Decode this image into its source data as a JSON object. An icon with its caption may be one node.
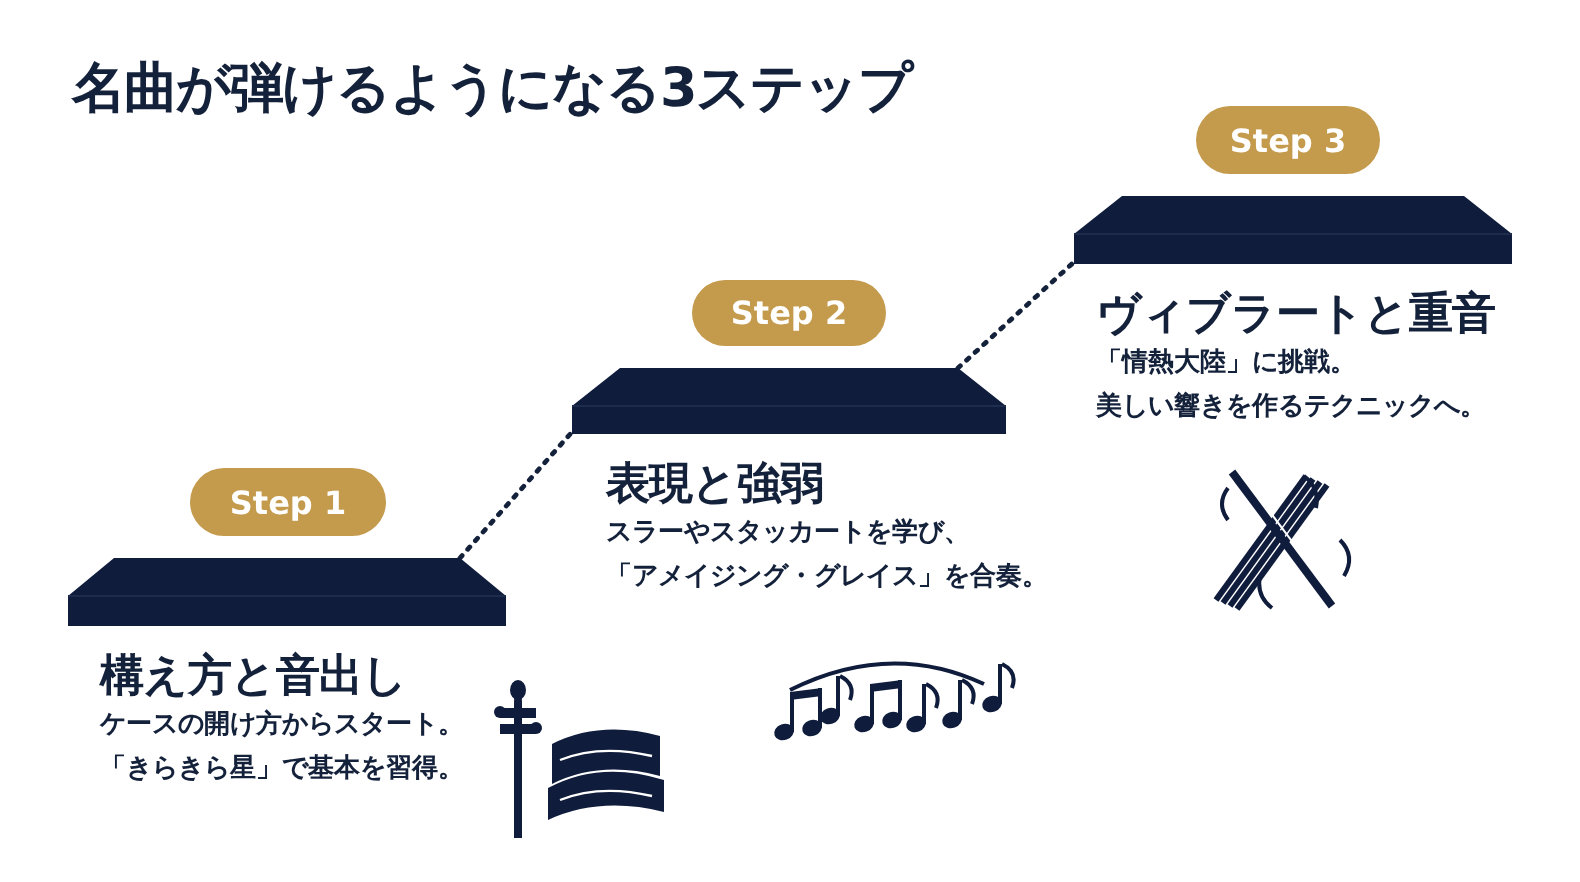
{
  "diagram": {
    "title": "名曲が弾けるようになる3ステップ",
    "nodes": [
      {
        "text": [
          "Step 1"
        ]
      },
      {
        "text": [
          "構え方と音出し",
          "ケースの開け方からスタート。「きらきら星」で基本を習得。"
        ]
      },
      {
        "text": [
          "Step 2"
        ]
      },
      {
        "text": [
          "表現と強弱",
          "スラーやスタッカートを学び、「アメイジング・グレイス」を合奏。"
        ]
      },
      {
        "text": [
          "Step 3"
        ]
      },
      {
        "text": [
          "ヴィブラートと重音",
          "「情熱大陸」に挑戦。美しい響きを作るテクニックへ。"
        ]
      }
    ],
    "edges": [
      {
        "from": 1,
        "to": 3,
        "arrow": "none",
        "style": "dashed"
      },
      {
        "from": 3,
        "to": 5,
        "arrow": "none",
        "style": "dashed"
      }
    ]
  }
}
